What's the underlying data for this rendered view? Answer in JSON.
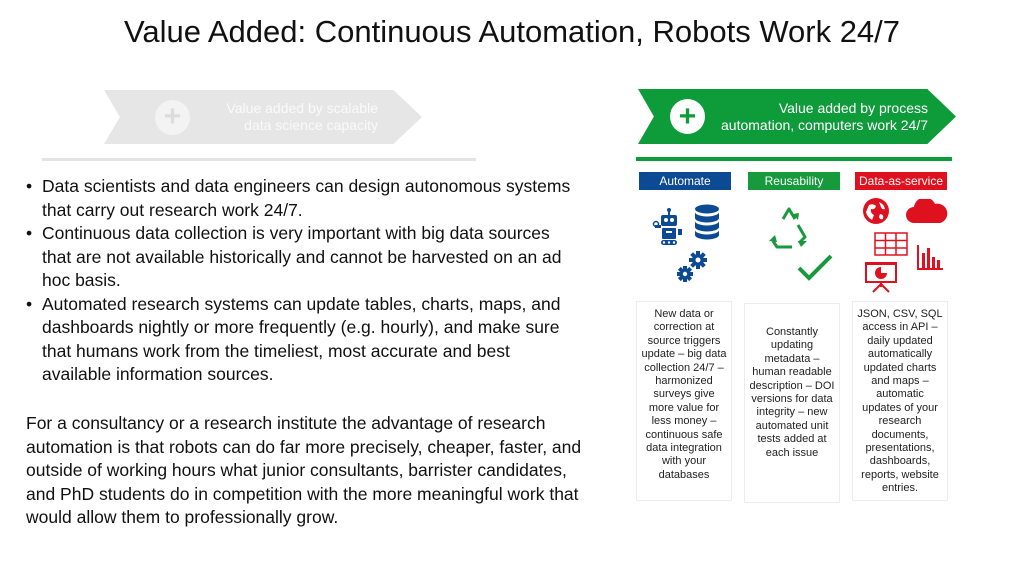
{
  "title": "Value Added: Continuous Automation, Robots Work 24/7",
  "arrows": {
    "left": {
      "label_line1": "Value added by scalable",
      "label_line2": "data science capacity",
      "color": "#e6e6e6"
    },
    "right": {
      "label_line1": "Value added by process",
      "label_line2": "automation, computers work 24/7",
      "color": "#0e9b3a"
    }
  },
  "bullets": [
    "Data scientists and data engineers can design autonomous systems that carry out research work 24/7.",
    "Continuous data collection is very important with big data sources that are not available historically and cannot be harvested on an ad hoc basis.",
    "Automated research systems can update tables, charts, maps, and dashboards nightly or more frequently (e.g. hourly), and make sure that humans work from the timeliest, most accurate and best available information sources."
  ],
  "paragraph": "For a consultancy or a research institute the advantage of research automation is that robots can do far more precisely, cheaper, faster, and outside of working hours what junior consultants, barrister candidates, and PhD students do in competition with the more meaningful work that would allow them to professionally grow.",
  "columns": [
    {
      "header": "Automate",
      "color": "#0d4a94",
      "icons": [
        "robot-icon",
        "database-icon",
        "gears-icon"
      ],
      "text": "New data or correction at source triggers update – big data collection 24/7 – harmonized surveys give more value for less money – continuous safe data integration with your databases"
    },
    {
      "header": "Reusability",
      "color": "#179a3c",
      "icons": [
        "recycle-icon",
        "checkmark-icon"
      ],
      "text": "Constantly updating metadata – human readable description – DOI versions for data integrity – new automated unit tests added at each issue"
    },
    {
      "header": "Data-as-service",
      "color": "#e0111f",
      "icons": [
        "globe-icon",
        "cloud-icon",
        "table-icon",
        "presentation-icon",
        "bar-chart-icon"
      ],
      "text": "JSON, CSV, SQL access in API – daily updated automatically updated charts and maps – automatic updates of your research documents, presentations, dashboards, reports, website entries."
    }
  ]
}
